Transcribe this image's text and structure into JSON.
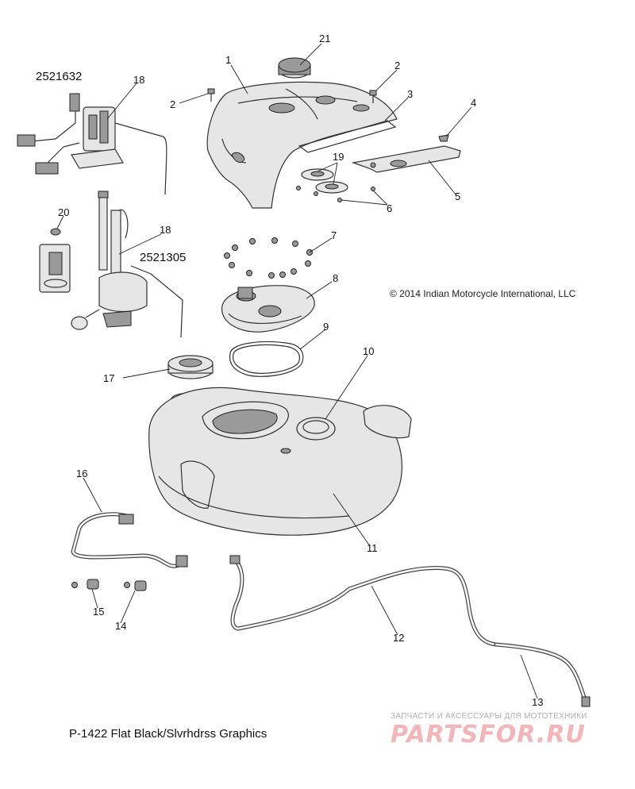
{
  "kit_numbers": {
    "kit_a": "2521632",
    "kit_b": "2521305"
  },
  "callouts": [
    "1",
    "2",
    "2",
    "3",
    "4",
    "5",
    "6",
    "7",
    "8",
    "9",
    "10",
    "11",
    "12",
    "13",
    "14",
    "15",
    "16",
    "17",
    "18",
    "18",
    "19",
    "20",
    "21"
  ],
  "copyright": "© 2014 Indian Motorcycle International, LLC",
  "caption": "P-1422 Flat Black/Slvrhdrss Graphics",
  "watermark": {
    "tagline": "ЗАПЧАСТИ И АКСЕССУАРЫ ДЛЯ МОТОТЕХНИКИ"
  }
}
